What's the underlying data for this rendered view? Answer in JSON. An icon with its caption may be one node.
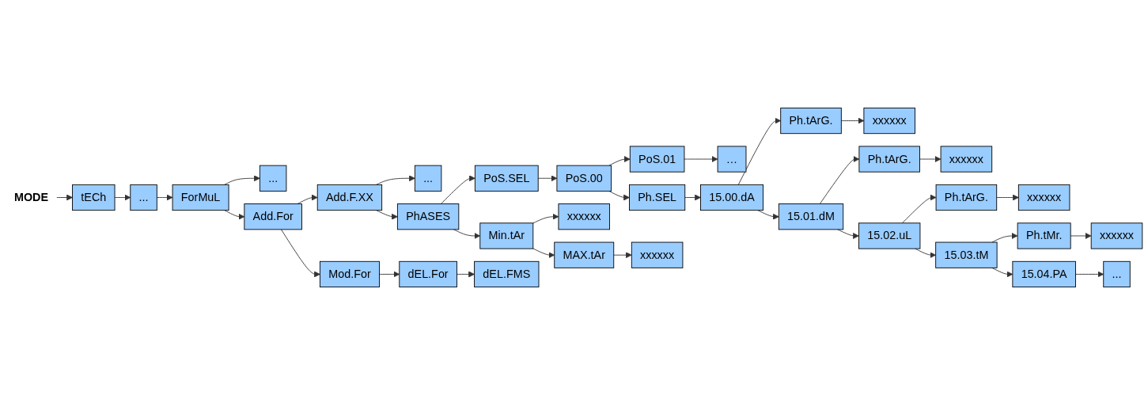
{
  "diagram": {
    "nodes": [
      {
        "text": [
          "MODE"
        ]
      },
      {
        "text": [
          "tECh"
        ]
      },
      {
        "text": [
          "..."
        ]
      },
      {
        "text": [
          "ForMuL"
        ]
      },
      {
        "text": [
          "..."
        ]
      },
      {
        "text": [
          "Add.For"
        ]
      },
      {
        "text": [
          "Add.F.XX"
        ]
      },
      {
        "text": [
          "..."
        ]
      },
      {
        "text": [
          "PhASES"
        ]
      },
      {
        "text": [
          "PoS.SEL"
        ]
      },
      {
        "text": [
          "PoS.00"
        ]
      },
      {
        "text": [
          "PoS.01"
        ]
      },
      {
        "text": [
          "…"
        ]
      },
      {
        "text": [
          "Ph.SEL"
        ]
      },
      {
        "text": [
          "15.00.dA"
        ]
      },
      {
        "text": [
          "Ph.tArG."
        ]
      },
      {
        "text": [
          "xxxxxx"
        ]
      },
      {
        "text": [
          "15.01.dM"
        ]
      },
      {
        "text": [
          "Ph.tArG."
        ]
      },
      {
        "text": [
          "xxxxxx"
        ]
      },
      {
        "text": [
          "15.02.uL"
        ]
      },
      {
        "text": [
          "Ph.tArG."
        ]
      },
      {
        "text": [
          "xxxxxx"
        ]
      },
      {
        "text": [
          "15.03.tM"
        ]
      },
      {
        "text": [
          "Ph.tMr."
        ]
      },
      {
        "text": [
          "xxxxxx"
        ]
      },
      {
        "text": [
          "15.04.PA"
        ]
      },
      {
        "text": [
          "..."
        ]
      },
      {
        "text": [
          "Mod.For"
        ]
      },
      {
        "text": [
          "dEL.For"
        ]
      },
      {
        "text": [
          "dEL.FMS"
        ]
      },
      {
        "text": [
          "Min.tAr"
        ]
      },
      {
        "text": [
          "xxxxxx"
        ]
      },
      {
        "text": [
          "MAX.tAr"
        ]
      },
      {
        "text": [
          "xxxxxx"
        ]
      }
    ],
    "edges": [
      {
        "from": 0,
        "to": 1,
        "arrow": "to"
      },
      {
        "from": 1,
        "to": 2,
        "arrow": "to"
      },
      {
        "from": 2,
        "to": 3,
        "arrow": "to"
      },
      {
        "from": 3,
        "to": 4,
        "arrow": "to"
      },
      {
        "from": 3,
        "to": 5,
        "arrow": "to"
      },
      {
        "from": 5,
        "to": 6,
        "arrow": "to"
      },
      {
        "from": 6,
        "to": 7,
        "arrow": "to"
      },
      {
        "from": 6,
        "to": 8,
        "arrow": "to"
      },
      {
        "from": 8,
        "to": 9,
        "arrow": "to"
      },
      {
        "from": 9,
        "to": 10,
        "arrow": "to"
      },
      {
        "from": 10,
        "to": 11,
        "arrow": "to"
      },
      {
        "from": 11,
        "to": 12,
        "arrow": "to"
      },
      {
        "from": 10,
        "to": 13,
        "arrow": "to"
      },
      {
        "from": 13,
        "to": 14,
        "arrow": "to"
      },
      {
        "from": 14,
        "to": 15,
        "arrow": "to"
      },
      {
        "from": 15,
        "to": 16,
        "arrow": "to"
      },
      {
        "from": 14,
        "to": 17,
        "arrow": "to"
      },
      {
        "from": 17,
        "to": 18,
        "arrow": "to"
      },
      {
        "from": 18,
        "to": 19,
        "arrow": "to"
      },
      {
        "from": 17,
        "to": 20,
        "arrow": "to"
      },
      {
        "from": 20,
        "to": 21,
        "arrow": "to"
      },
      {
        "from": 21,
        "to": 22,
        "arrow": "to"
      },
      {
        "from": 20,
        "to": 23,
        "arrow": "to"
      },
      {
        "from": 23,
        "to": 24,
        "arrow": "to"
      },
      {
        "from": 24,
        "to": 25,
        "arrow": "to"
      },
      {
        "from": 23,
        "to": 26,
        "arrow": "to"
      },
      {
        "from": 26,
        "to": 27,
        "arrow": "to"
      },
      {
        "from": 5,
        "to": 28,
        "arrow": "to"
      },
      {
        "from": 28,
        "to": 29,
        "arrow": "to"
      },
      {
        "from": 29,
        "to": 30,
        "arrow": "to"
      },
      {
        "from": 8,
        "to": 31,
        "arrow": "to"
      },
      {
        "from": 31,
        "to": 32,
        "arrow": "to"
      },
      {
        "from": 31,
        "to": 33,
        "arrow": "to"
      },
      {
        "from": 33,
        "to": 34,
        "arrow": "to"
      }
    ]
  }
}
